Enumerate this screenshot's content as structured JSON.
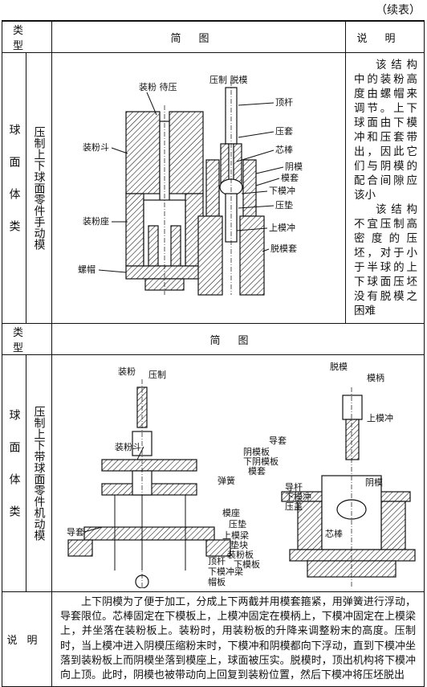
{
  "continued": "（续表）",
  "header1": {
    "category": "类型",
    "diagram": "简图",
    "note": "说明"
  },
  "row1": {
    "category": "球面体类",
    "subtype": "压制上下球面零件手动模",
    "labels": {
      "fill_press": "装粉 待压",
      "powder_hopper": "装粉斗",
      "powder_seat": "装粉座",
      "nut": "螺帽",
      "press_demold": "压制 脱模",
      "ejector_rod": "顶杆",
      "press_sleeve": "压套",
      "core_rod": "芯棒",
      "die": "阴模",
      "die_sleeve": "模套",
      "lower_punch": "下模冲",
      "press_pad": "压垫",
      "upper_punch": "上模冲",
      "demold_sleeve": "脱模套"
    },
    "description": [
      "该结构中的装粉高度由螺帽来调节。上下球面由下模冲和压套带出，因此它们与阴模的配合间隙应该小",
      "该结构不宜压制高密度的压坯，对于小于半球的上下球面压坯没有脱模之困难"
    ]
  },
  "header2": {
    "category": "类型",
    "diagram": "简图"
  },
  "row2": {
    "category": "球面体类",
    "subtype": "压制上下带球面零件机动模",
    "labels": {
      "fill": "装粉",
      "press": "压制",
      "powder_hopper": "装粉斗",
      "guide_sleeve": "导套",
      "ejector_rod": "顶杆",
      "lower_punch_beam": "下模冲梁",
      "shroud": "帽板",
      "demold": "脱模",
      "punch_holder": "模柄",
      "upper_punch": "上模冲",
      "guide_sleeve2": "导套",
      "die_plate": "阴模板",
      "lower_die_plate": "下阴模板",
      "die_sleeve": "模套",
      "spring": "弹簧",
      "guide_rod": "导杆",
      "lower_punch": "下模冲",
      "press_cover": "压盖",
      "die": "阴模",
      "die_seat": "模座",
      "press_pad": "压垫",
      "upper_beam": "上模梁",
      "pad_block": "垫块",
      "powder_plate": "装粉板",
      "bottom_plate": "下模板",
      "core_rod": "芯棒"
    }
  },
  "row3": {
    "label": "说明",
    "text": "上下阴模为了便于加工，分成上下两截并用模套箍紧，用弹簧进行浮动，导套限位。芯棒固定在下模板上，上模冲固定在模柄上，下模冲固定在上模梁上，并坐落在装粉板上。装粉时，用装粉板的升降来调整粉末的高度。压制时，当上模冲进入阴模压缩粉末时，下模冲和阴模都向下浮动，直到下模冲坐落到装粉板上而阴模坐落到模座上，球面被压实。脱模时，顶出机构将下模冲向上顶。此时，阴模也被带动向上回复到装粉位置，然后下模冲将压坯脱出"
  }
}
